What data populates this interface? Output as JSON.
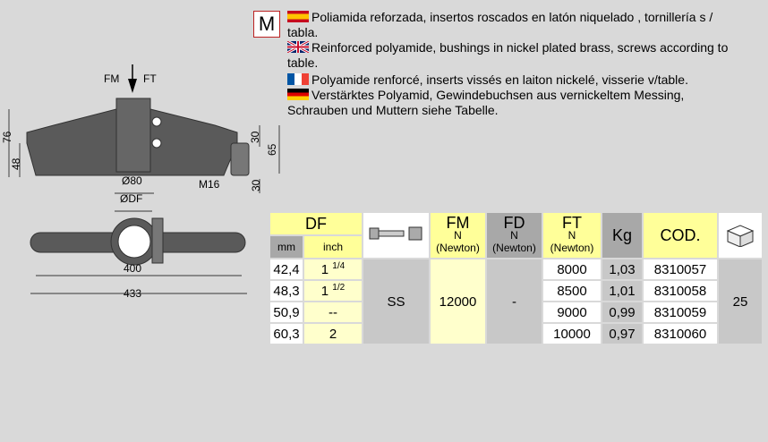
{
  "material_code": "M",
  "descriptions": [
    {
      "lang": "es",
      "flag": "flag-es",
      "text": "Poliamida reforzada, insertos roscados en latón niquelado , tornillería s / tabla."
    },
    {
      "lang": "en",
      "flag": "flag-uk",
      "text": "Reinforced polyamide, bushings in nickel plated brass, screws according to table."
    },
    {
      "lang": "fr",
      "flag": "flag-fr",
      "text": "Polyamide renforcé, inserts vissés en laiton nickelé, visserie v/table."
    },
    {
      "lang": "de",
      "flag": "flag-de",
      "text": "Verstärktes Polyamid, Gewindebuchsen aus vernickeltem Messing, Schrauben und Muttern siehe Tabelle."
    }
  ],
  "drawing": {
    "force_labels": {
      "fm": "FM",
      "ft": "FT"
    },
    "dims": {
      "h76": "76",
      "h48": "48",
      "h30a": "30",
      "h65": "65",
      "h30b": "30",
      "thread": "M16",
      "d80": "Ø80",
      "ddf": "ØDF",
      "l400": "400",
      "l433": "433"
    }
  },
  "table": {
    "headers": {
      "df": "DF",
      "mm": "mm",
      "inch": "inch",
      "fm": "FM",
      "fm_unit": "N",
      "fm_sub": "(Newton)",
      "fd": "FD",
      "fd_unit": "N",
      "fd_sub": "(Newton)",
      "ft": "FT",
      "ft_unit": "N",
      "ft_sub": "(Newton)",
      "kg": "Kg",
      "cod": "COD."
    },
    "screw": "SS",
    "fm_value": "12000",
    "fd_value": "-",
    "pack": "25",
    "rows": [
      {
        "mm": "42,4",
        "inch_whole": "1",
        "inch_frac": "1/4",
        "ft": "8000",
        "kg": "1,03",
        "cod": "8310057"
      },
      {
        "mm": "48,3",
        "inch_whole": "1",
        "inch_frac": "1/2",
        "ft": "8500",
        "kg": "1,01",
        "cod": "8310058"
      },
      {
        "mm": "50,9",
        "inch_whole": "--",
        "inch_frac": "",
        "ft": "9000",
        "kg": "0,99",
        "cod": "8310059"
      },
      {
        "mm": "60,3",
        "inch_whole": "2",
        "inch_frac": "",
        "ft": "10000",
        "kg": "0,97",
        "cod": "8310060"
      }
    ]
  }
}
